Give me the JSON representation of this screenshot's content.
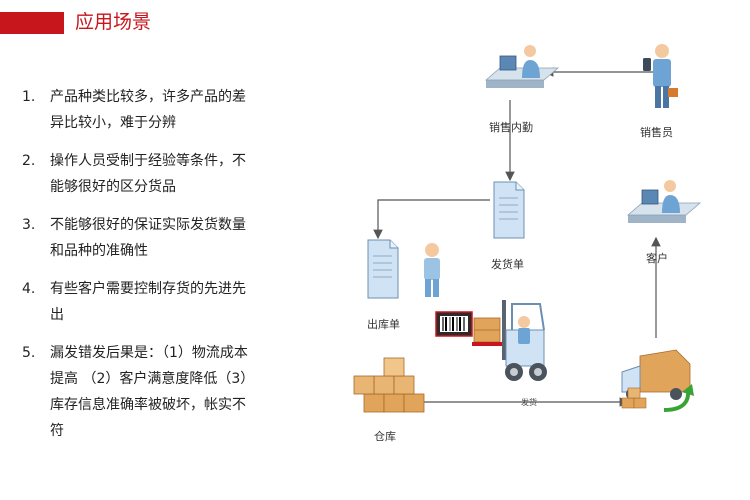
{
  "header": {
    "title": "应用场景"
  },
  "points": [
    {
      "num": "1.",
      "text": "产品种类比较多，许多产品的差异比较小，难于分辨"
    },
    {
      "num": "2.",
      "text": "操作人员受制于经验等条件，不能够很好的区分货品"
    },
    {
      "num": "3.",
      "text": "不能够很好的保证实际发货数量和品种的准确性"
    },
    {
      "num": "4.",
      "text": "有些客户需要控制存货的先进先出"
    },
    {
      "num": "5.",
      "text": "漏发错发后果是：（1）物流成本提高 （2）客户满意度降低（3）库存信息准确率被破坏，帐实不符"
    }
  ],
  "diagram": {
    "sales_office": "销售内勤",
    "salesperson": "销售员",
    "delivery_note": "发货单",
    "customer": "客户",
    "outbound_note": "出库单",
    "warehouse": "仓库",
    "ship_edge": "发货"
  },
  "colors": {
    "accent": "#c8161d",
    "arrow": "#555555",
    "doc": "#cfe3f5",
    "box": "#e0a45a"
  }
}
